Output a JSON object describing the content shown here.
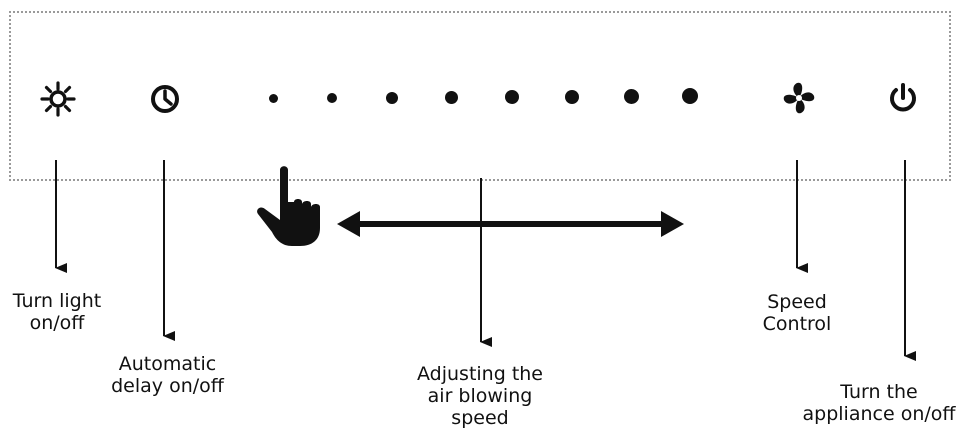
{
  "controls": [
    {
      "id": "light",
      "icon": "sun-icon"
    },
    {
      "id": "delay",
      "icon": "clock-icon"
    },
    {
      "id": "speed",
      "icon": "fan-icon"
    },
    {
      "id": "power",
      "icon": "power-icon"
    }
  ],
  "speed_levels": 8,
  "gesture_icon": "pointing-hand-icon",
  "labels": {
    "light": [
      "Turn light",
      "on/off"
    ],
    "delay": [
      "Automatic",
      "delay on/off"
    ],
    "slider": [
      "Adjusting the",
      "air blowing",
      "speed"
    ],
    "speed": [
      "Speed",
      "Control"
    ],
    "power": [
      "Turn the",
      "appliance on/off"
    ]
  },
  "colors": {
    "ink": "#111111",
    "panel_border": "#9a9a9a"
  }
}
